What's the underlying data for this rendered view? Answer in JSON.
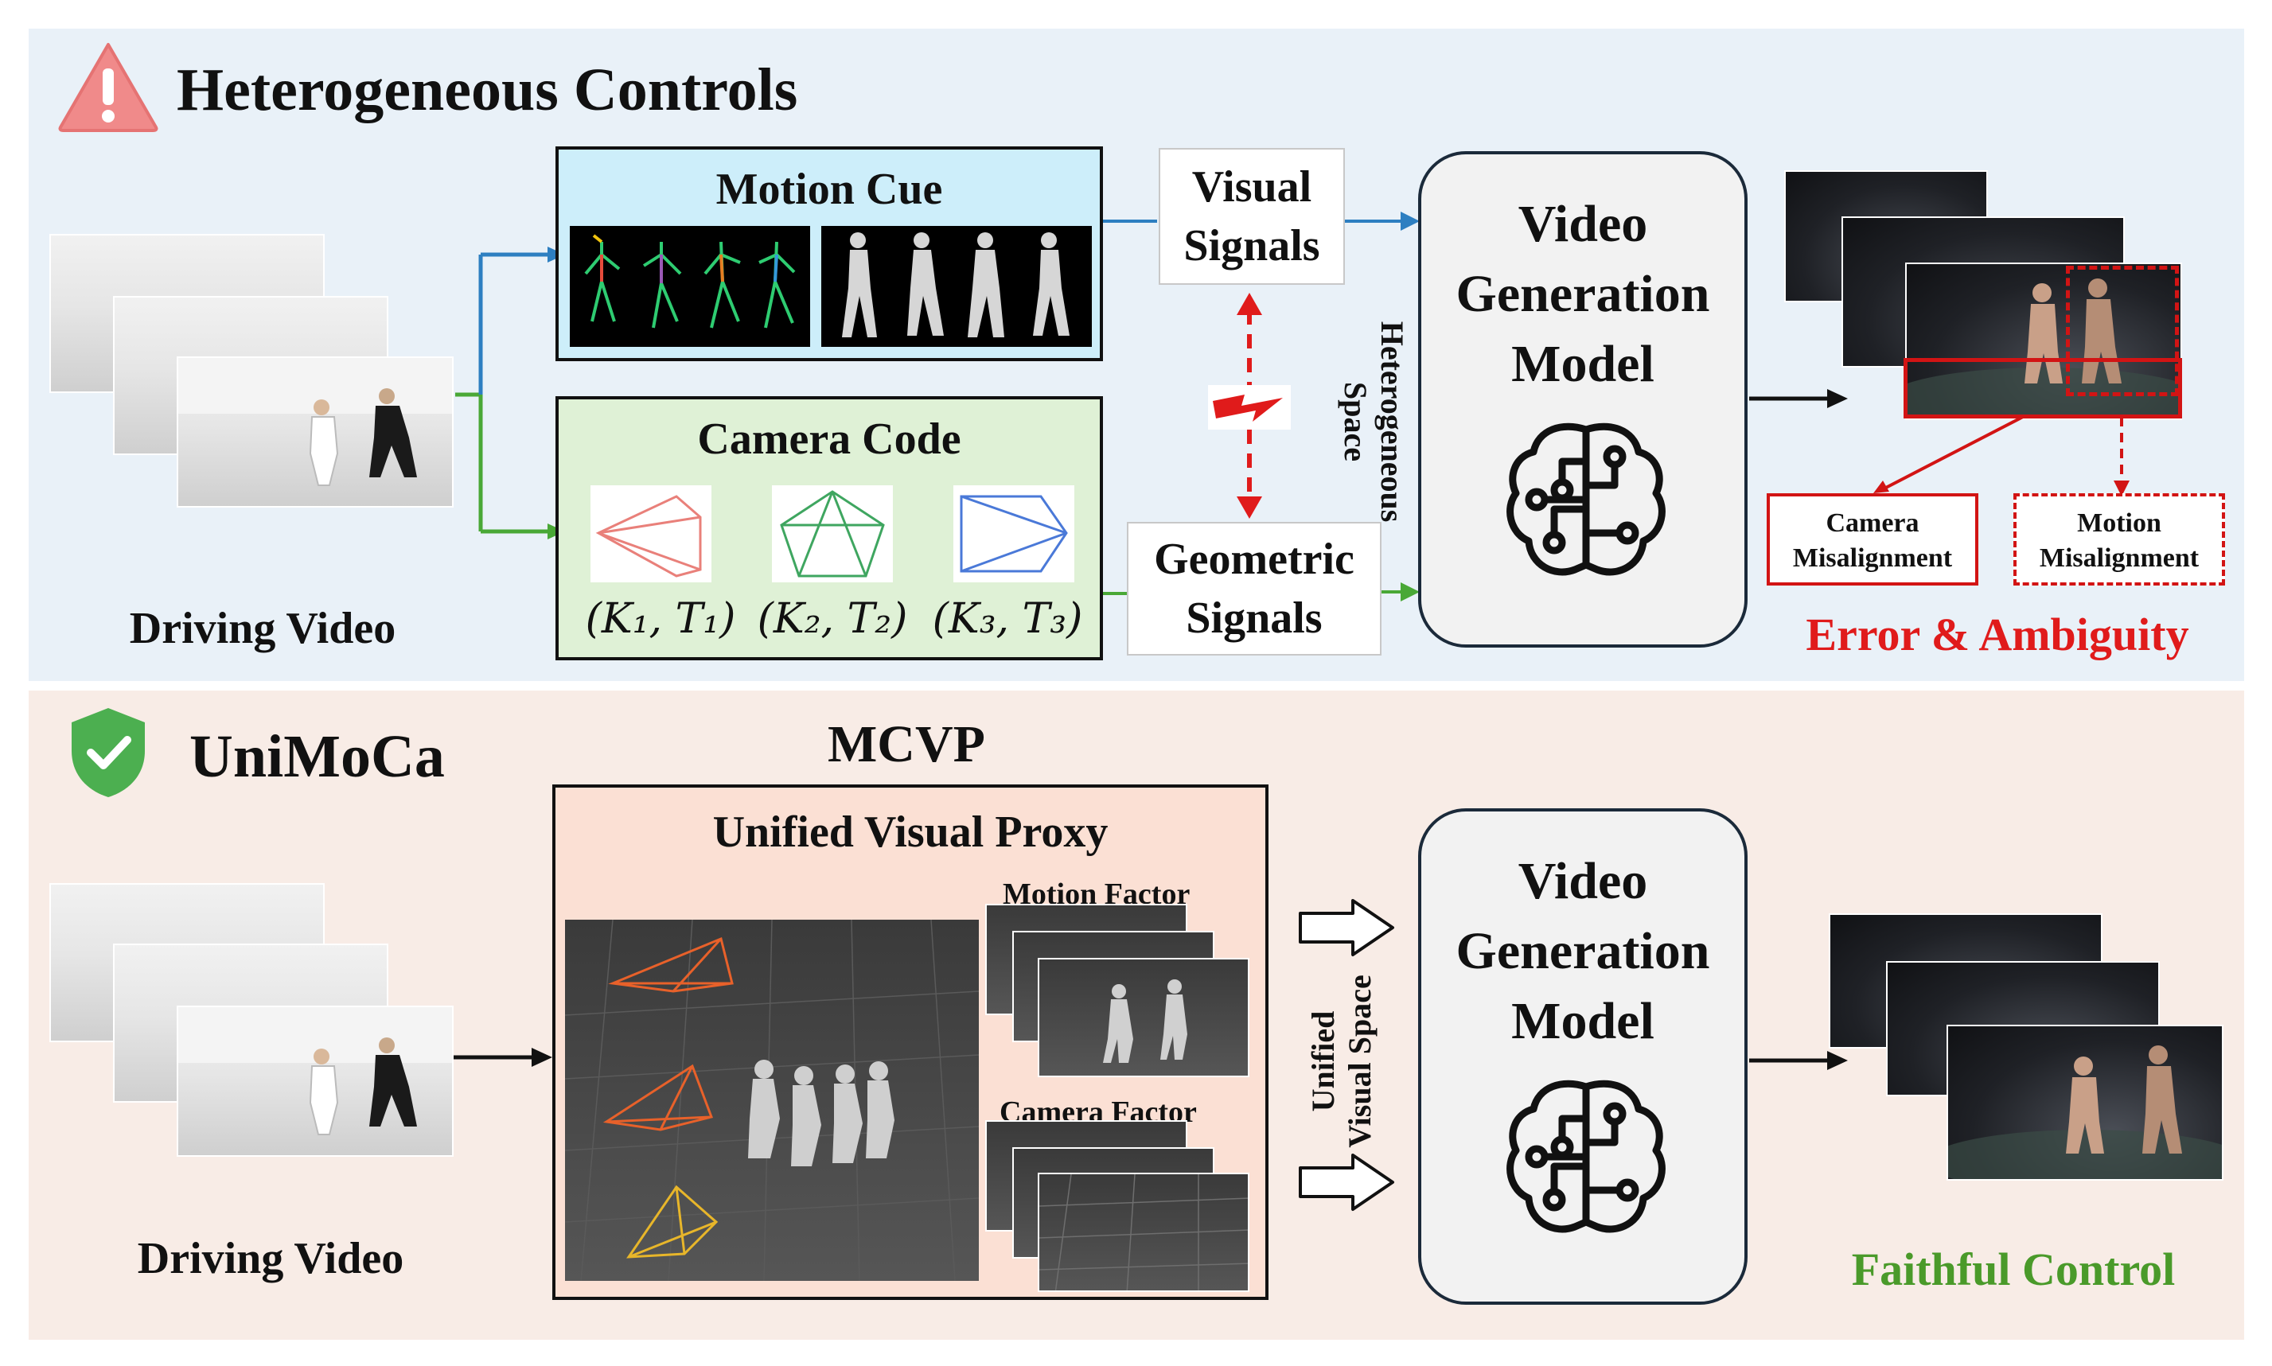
{
  "top": {
    "title": "Heterogeneous Controls",
    "driving_video_label": "Driving Video",
    "motion_cue_title": "Motion Cue",
    "camera_code_title": "Camera Code",
    "camera_params": [
      "(K₁, T₁)",
      "(K₂, T₂)",
      "(K₃, T₃)"
    ],
    "visual_signals": [
      "Visual",
      "Signals"
    ],
    "geometric_signals": [
      "Geometric",
      "Signals"
    ],
    "heterogeneous_space": [
      "Heterogeneous",
      "Space"
    ],
    "vgm_lines": [
      "Video",
      "Generation",
      "Model"
    ],
    "camera_misalignment": [
      "Camera",
      "Misalignment"
    ],
    "motion_misalignment": [
      "Motion",
      "Misalignment"
    ],
    "error_label": "Error & Ambiguity"
  },
  "bottom": {
    "title": "UniMoCa",
    "mcvp_title": "MCVP",
    "proxy_title": "Unified Visual Proxy",
    "motion_factor": "Motion Factor",
    "camera_factor": "Camera Factor",
    "unified_space": [
      "Unified",
      "Visual Space"
    ],
    "driving_video_label": "Driving Video",
    "vgm_lines": [
      "Video",
      "Generation",
      "Model"
    ],
    "result_label": "Faithful Control"
  },
  "colors": {
    "top_bg": "#e9f1f8",
    "bottom_bg": "#f8ece6",
    "motion_cue_bg": "#cdeefa",
    "camera_code_bg": "#dff1d6",
    "error_red": "#e01b1b",
    "faithful_green": "#4a9a2a",
    "arrow_blue": "#2d7fc1",
    "arrow_green": "#49a836"
  },
  "icons": [
    "warning-triangle-icon",
    "check-shield-icon",
    "brain-circuit-icon",
    "lightning-icon"
  ]
}
